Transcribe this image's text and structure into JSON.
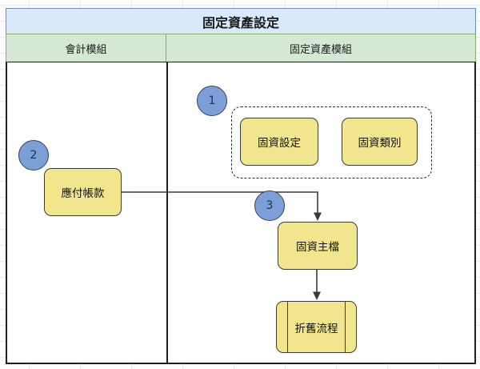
{
  "diagram": {
    "title": "固定資產設定",
    "lanes": [
      {
        "label": "會計模組"
      },
      {
        "label": "固定資產模組"
      }
    ],
    "nodes": {
      "fixed_asset_settings": "固資設定",
      "fixed_asset_category": "固資類別",
      "accounts_payable": "應付帳款",
      "fixed_asset_master": "固資主檔",
      "depreciation_process": "折舊流程"
    },
    "badges": [
      {
        "number": "1"
      },
      {
        "number": "2"
      },
      {
        "number": "3"
      }
    ],
    "colors": {
      "title_fill": "#dae8fc",
      "title_stroke": "#6c8ebf",
      "lane_fill": "#d5e8d4",
      "lane_stroke": "#82b366",
      "node_fill": "#f1e58d",
      "node_stroke": "#3b3b3b",
      "badge_fill": "#7d9fd8",
      "badge_stroke": "#31445c",
      "connector": "#3b3b3b"
    }
  }
}
